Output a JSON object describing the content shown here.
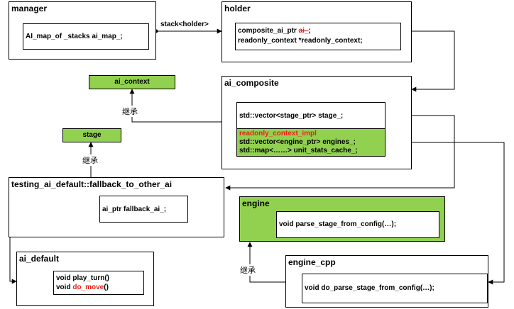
{
  "manager": {
    "title": "manager",
    "member": "AI_map_of _stacks ai_map_;"
  },
  "relation": {
    "stack_holder": "stack<holder>",
    "inherit": "继承"
  },
  "holder": {
    "title": "holder",
    "line1_prefix": "composite_ai_ptr ",
    "line1_highlight": "ai_",
    "line1_suffix": ";",
    "line2": "readonly_context *readonly_context;"
  },
  "ai_context": {
    "label": "ai_context"
  },
  "stage": {
    "label": "stage"
  },
  "ai_composite": {
    "title": "ai_composite",
    "stages": "std::vector<stage_ptr> stage_;",
    "impl": "readonly_context_impl",
    "engines": "std::vector<engine_ptr> engines_;",
    "cache": "std::map<……> unit_stats_cache_;"
  },
  "fallback": {
    "title": "testing_ai_default::fallback_to_other_ai",
    "member": "ai_ptr fallback_ai_;"
  },
  "engine": {
    "title": "engine",
    "method": "void parse_stage_from_config(…);"
  },
  "ai_default": {
    "title": "ai_default",
    "line1": "void play_turn()",
    "line2_prefix": "void ",
    "line2_highlight": "do_move",
    "line2_suffix": "()"
  },
  "engine_cpp": {
    "title": "engine_cpp",
    "method": "void do_parse_stage_from_config(…);"
  },
  "colors": {
    "green": "#92d050",
    "red": "#e8221b",
    "line": "#000000"
  }
}
